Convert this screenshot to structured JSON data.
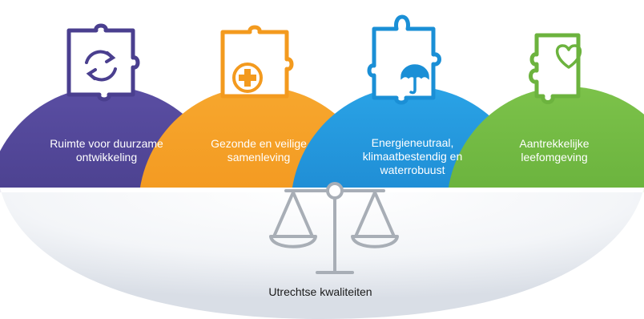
{
  "themes": [
    {
      "label_line1": "Ruimte voor duurzame",
      "label_line2": "ontwikkeling",
      "label_line3": "",
      "icon": "recycle-arrows-icon",
      "color": "#4a3f8f"
    },
    {
      "label_line1": "Gezonde en veilige",
      "label_line2": "samenleving",
      "label_line3": "",
      "icon": "plus-cross-icon",
      "color": "#f39a1e"
    },
    {
      "label_line1": "Energieneutraal,",
      "label_line2": "klimaatbestendig en",
      "label_line3": "waterrobuust",
      "icon": "umbrella-icon",
      "color": "#1a8fd6"
    },
    {
      "label_line1": "Aantrekkelijke",
      "label_line2": "leefomgeving",
      "label_line3": "",
      "icon": "heart-icon",
      "color": "#6cb33e"
    }
  ],
  "foundation": {
    "label": "Utrechtse kwaliteiten",
    "icon": "balance-scale-icon"
  }
}
